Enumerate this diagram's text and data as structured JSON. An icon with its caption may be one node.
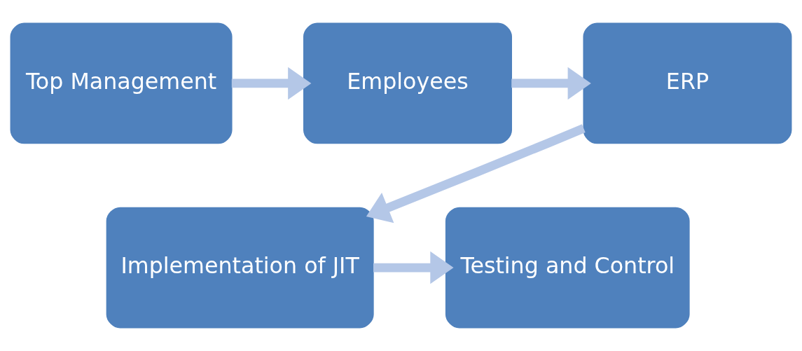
{
  "diagram": {
    "nodes": [
      {
        "text": [
          "Top Management"
        ]
      },
      {
        "text": [
          "Employees"
        ]
      },
      {
        "text": [
          "ERP"
        ]
      },
      {
        "text": [
          "Implementation of JIT"
        ]
      },
      {
        "text": [
          "Testing and Control"
        ]
      }
    ],
    "edges": [
      {
        "from": 0,
        "to": 1,
        "arrow": "to"
      },
      {
        "from": 1,
        "to": 2,
        "arrow": "to"
      },
      {
        "from": 2,
        "to": 3,
        "arrow": "to"
      },
      {
        "from": 3,
        "to": 4,
        "arrow": "to"
      }
    ]
  }
}
